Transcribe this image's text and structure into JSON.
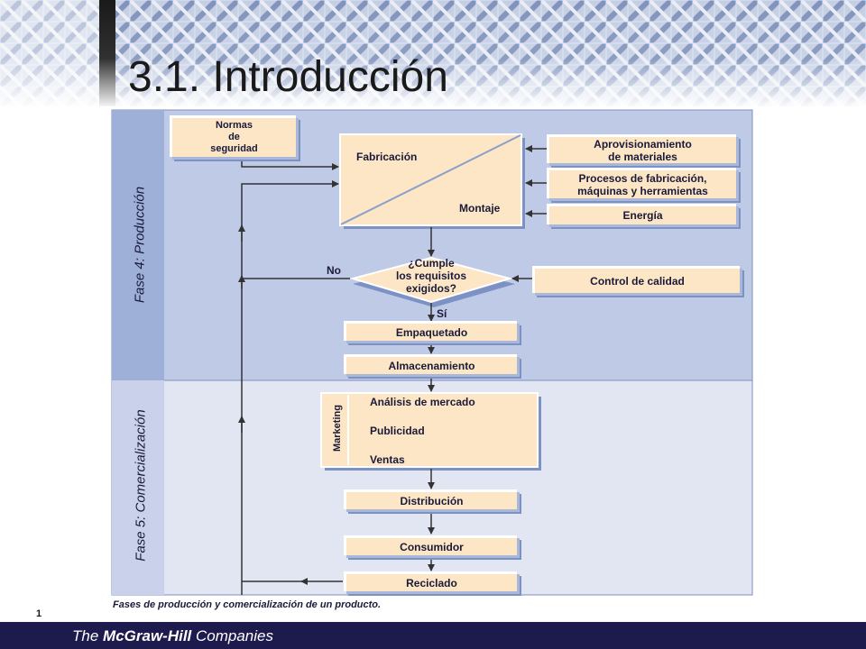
{
  "slide": {
    "title": "3.1. Introducción",
    "page_number": "1",
    "caption": "Fases de producción y comercialización de un producto."
  },
  "footer": {
    "prefix": "The ",
    "brand": "McGraw-Hill",
    "suffix": " Companies"
  },
  "phases": {
    "production": "Fase 4: Producción",
    "commercialization": "Fase 5: Comercialización"
  },
  "nodes": {
    "normas": "Normas\nde\nseguridad",
    "fabricacion": "Fabricación",
    "montaje": "Montaje",
    "aprovisionamiento": "Aprovisionamiento\nde materiales",
    "procesos": "Procesos de fabricación,\nmáquinas y herramientas",
    "energia": "Energía",
    "decision": "¿Cumple\nlos requisitos\nexigidos?",
    "no": "No",
    "si": "Sí",
    "control": "Control de calidad",
    "empaquetado": "Empaquetado",
    "almacenamiento": "Almacenamiento",
    "marketing": "Marketing",
    "analisis": "Análisis de mercado",
    "publicidad": "Publicidad",
    "ventas": "Ventas",
    "distribucion": "Distribución",
    "consumidor": "Consumidor",
    "reciclado": "Reciclado"
  },
  "colors": {
    "production_bg": "#bfcbe6",
    "commercial_bg": "#e2e6f3",
    "phase_column": "#9fb0d8",
    "box_fill": "#fde6c5",
    "footer_bg": "#1d1a4d"
  }
}
